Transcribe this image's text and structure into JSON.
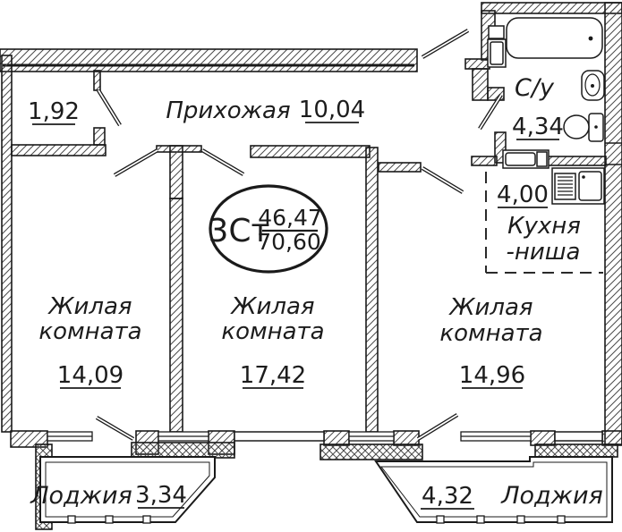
{
  "plan": {
    "colors": {
      "background": "#ffffff",
      "line": "#1a1a1a"
    },
    "stamp": {
      "type": "3Ст",
      "living_area": "46,47",
      "total_area": "70,60"
    },
    "rooms": {
      "closet": {
        "area": "1,92"
      },
      "hallway": {
        "name": "Прихожая",
        "area": "10,04"
      },
      "bathroom": {
        "name": "С/у",
        "area": "4,34"
      },
      "kitchen": {
        "area": "4,00",
        "name_line1": "Кухня",
        "name_line2": "-ниша"
      },
      "living1": {
        "name_line1": "Жилая",
        "name_line2": "комната",
        "area": "14,09"
      },
      "living2": {
        "name_line1": "Жилая",
        "name_line2": "комната",
        "area": "17,42"
      },
      "living3": {
        "name_line1": "Жилая",
        "name_line2": "комната",
        "area": "14,96"
      },
      "loggia_left": {
        "name": "Лоджия",
        "area": "3,34"
      },
      "loggia_right": {
        "name": "Лоджия",
        "area": "4,32"
      }
    }
  }
}
